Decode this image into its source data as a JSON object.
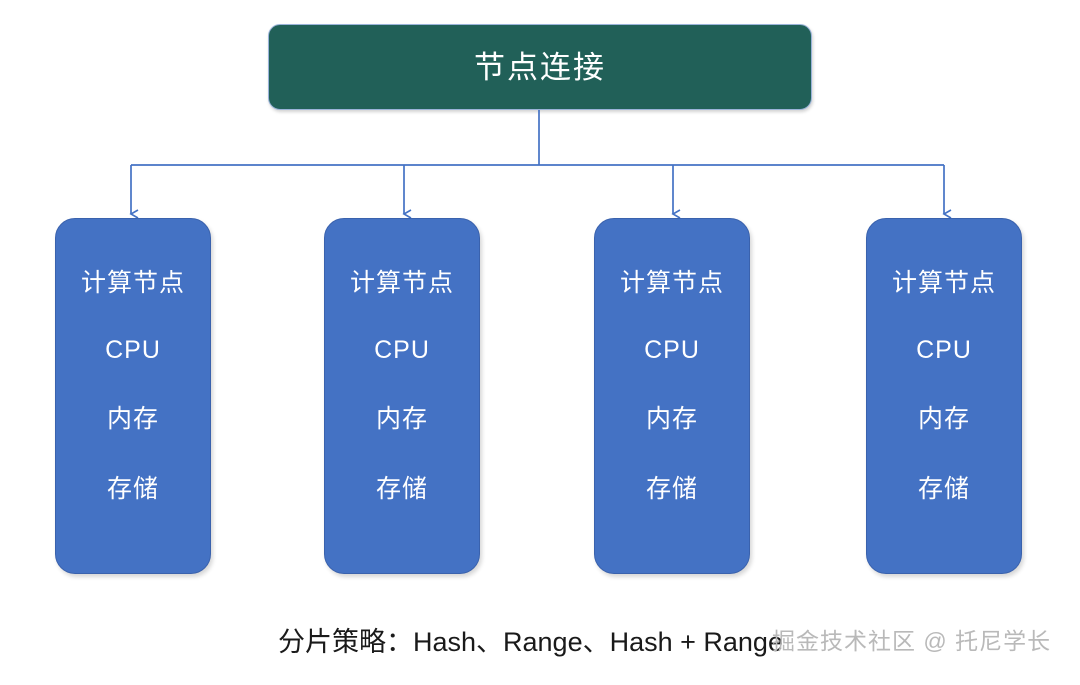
{
  "diagram": {
    "header": {
      "label": "节点连接",
      "fill_color": "#216058",
      "text_color": "#ffffff"
    },
    "nodes": [
      {
        "title": "计算节点",
        "cpu": "CPU",
        "memory": "内存",
        "storage": "存储"
      },
      {
        "title": "计算节点",
        "cpu": "CPU",
        "memory": "内存",
        "storage": "存储"
      },
      {
        "title": "计算节点",
        "cpu": "CPU",
        "memory": "内存",
        "storage": "存储"
      },
      {
        "title": "计算节点",
        "cpu": "CPU",
        "memory": "内存",
        "storage": "存储"
      }
    ],
    "node_style": {
      "fill_color": "#4472c4",
      "border_color": "#3a62ad",
      "text_color": "#ffffff"
    },
    "connector_color": "#4472c4",
    "caption": "分片策略：Hash、Range、Hash + Range",
    "watermark": "掘金技术社区 @ 托尼学长"
  }
}
